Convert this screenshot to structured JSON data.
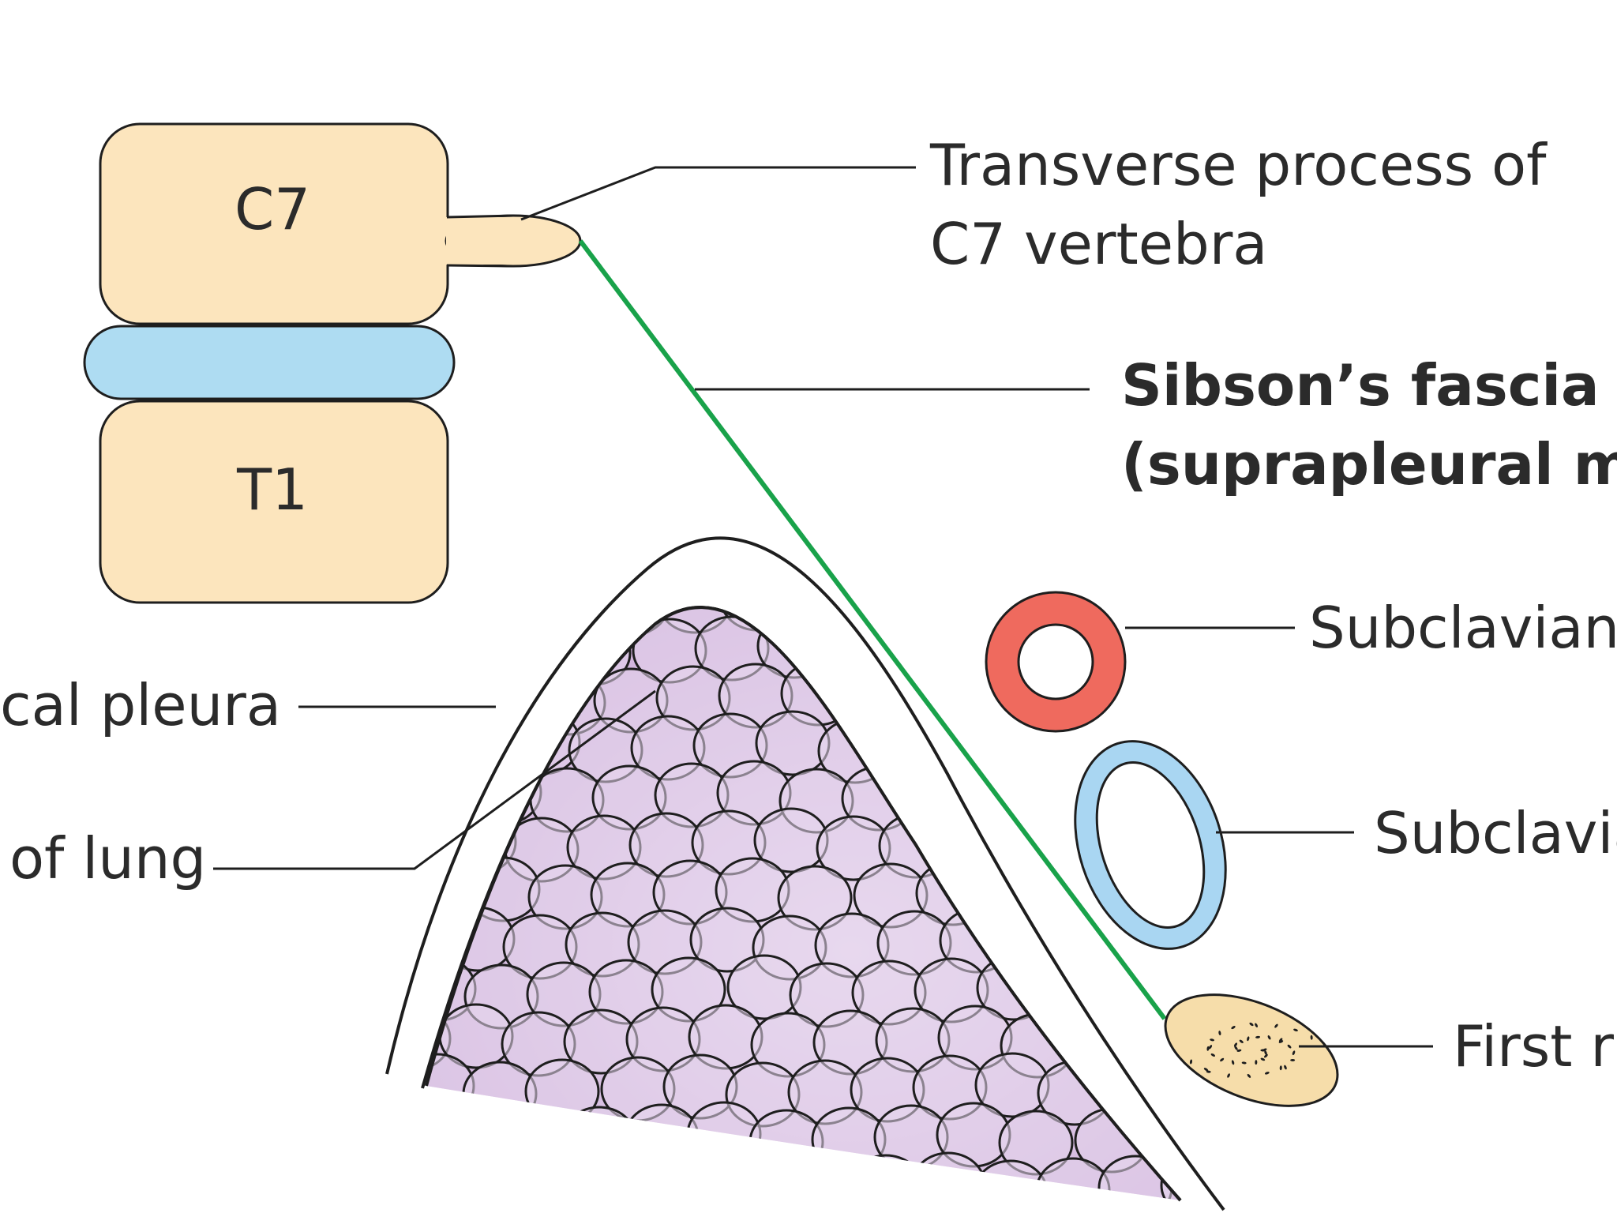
{
  "labels": {
    "c7": "C7",
    "t1": "T1",
    "transverse_line1": "Transverse process of",
    "transverse_line2": "C7 vertebra",
    "sibson_line1": "Sibson’s fascia",
    "sibson_line2": "(suprapleural me",
    "subclavian_artery": "Subclavian",
    "subclavian_vein": "Subclavia",
    "first_rib": "First r",
    "cervical_pleura": "cal pleura",
    "apex_of_lung": "of lung"
  },
  "colors": {
    "vertebra_fill": "#fce5bd",
    "disc_fill": "#aedcf2",
    "fascia_line": "#19a24a",
    "artery_ring": "#ef6a5e",
    "vein_ring": "#a9d6f2",
    "rib_fill": "#f6ddaa",
    "lung_fill": "#ddc8e4",
    "lung_cell": "#e6d6ec",
    "outline": "#1e1e1e"
  }
}
